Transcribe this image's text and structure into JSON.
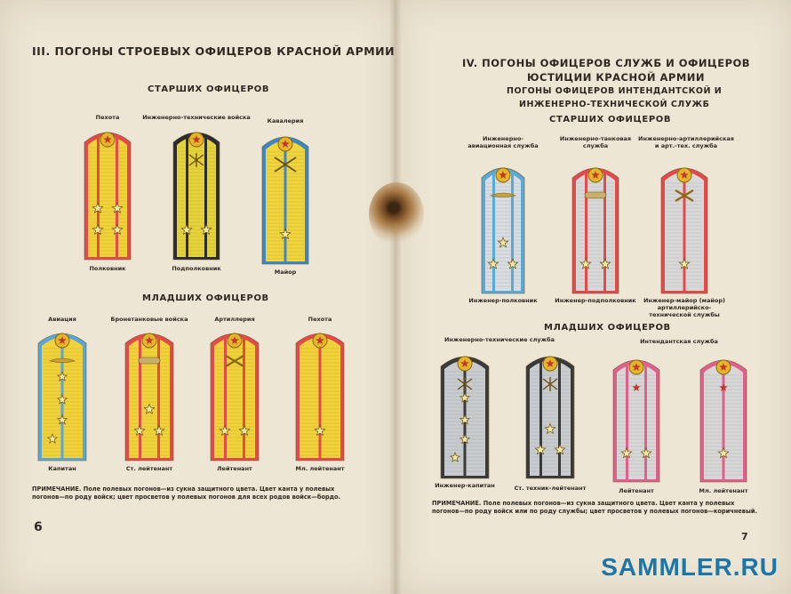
{
  "left_page": {
    "title": "III. ПОГОНЫ СТРОЕВЫХ ОФИЦЕРОВ КРАСНОЙ АРМИИ",
    "senior_header": "СТАРШИХ ОФИЦЕРОВ",
    "junior_header": "МЛАДШИХ ОФИЦЕРОВ",
    "senior": [
      {
        "branch": "Пехота",
        "rank": "Полковник",
        "field": "#f2d23a",
        "piping": "#e34a4a",
        "stripes": "#e34a4a"
      },
      {
        "branch": "Инженерно-технические войска",
        "rank": "Подполковник",
        "field": "#e6d23a",
        "piping": "#2c2c2c",
        "stripes": "#2c2c2c"
      },
      {
        "branch": "Кавалерия",
        "rank": "Майор",
        "field": "#f0d53c",
        "piping": "#3f86c4",
        "stripes": "#3f86c4"
      }
    ],
    "junior": [
      {
        "branch": "Авиация",
        "rank": "Капитан",
        "field": "#f2d23a",
        "piping": "#5aa6d6",
        "stripes": "#5aa6d6"
      },
      {
        "branch": "Бронетанковые войска",
        "rank": "Ст. лейтенант",
        "field": "#f2d23a",
        "piping": "#e34a4a",
        "stripes": "#e34a4a"
      },
      {
        "branch": "Артиллерия",
        "rank": "Лейтенант",
        "field": "#f2d23a",
        "piping": "#e34a4a",
        "stripes": "#e34a4a"
      },
      {
        "branch": "Пехота",
        "rank": "Мл. лейтенант",
        "field": "#f2d23a",
        "piping": "#e34a4a",
        "stripes": "#e34a4a"
      }
    ],
    "note": "ПРИМЕЧАНИЕ. Поле полевых погонов—из сукна защитного цвета. Цвет канта у полевых погонов—по роду войск; цвет просветов у полевых погонов для всех родов войск—бордо.",
    "page_number": "6"
  },
  "right_page": {
    "title_line1": "IV. ПОГОНЫ ОФИЦЕРОВ СЛУЖБ И ОФИЦЕРОВ",
    "title_line2": "ЮСТИЦИИ КРАСНОЙ АРМИИ",
    "subtitle_line1": "ПОГОНЫ ОФИЦЕРОВ ИНТЕНДАНТСКОЙ И",
    "subtitle_line2": "ИНЖЕНЕРНО-ТЕХНИЧЕСКОЙ СЛУЖБ",
    "senior_header": "СТАРШИХ ОФИЦЕРОВ",
    "junior_header": "МЛАДШИХ ОФИЦЕРОВ",
    "senior": [
      {
        "branch": "Инженерно-авиационная служба",
        "rank": "Инженер-полковник",
        "field": "#d8dde2",
        "piping": "#5aaad8",
        "stripes": "#5aaad8"
      },
      {
        "branch": "Инженерно-танковая служба",
        "rank": "Инженер-подполковник",
        "field": "#d8d8d8",
        "piping": "#e34a4a",
        "stripes": "#e34a4a"
      },
      {
        "branch": "Инженерно-артиллерийская и арт.-тех. служба",
        "rank": "Инженер-майор (майор) артиллерийско-технической службы",
        "field": "#d8d8d8",
        "piping": "#e34a4a",
        "stripes": "#e34a4a"
      }
    ],
    "junior_branch_left": "Инженерно-технические служба",
    "junior_branch_right": "Интендантская служба",
    "junior": [
      {
        "rank": "Инженер-капитан",
        "field": "#c9ccce",
        "piping": "#3a3a3a",
        "stripes": "#3a3a3a"
      },
      {
        "rank": "Ст. техник-лейтенант",
        "field": "#c9ccce",
        "piping": "#3a3a3a",
        "stripes": "#3a3a3a"
      },
      {
        "rank": "Лейтенант",
        "field": "#d7d7d7",
        "piping": "#e0608a",
        "stripes": "#e0608a"
      },
      {
        "rank": "Мл. лейтенант",
        "field": "#d7d7d7",
        "piping": "#e0608a",
        "stripes": "#e0608a"
      }
    ],
    "note": "ПРИМЕЧАНИЕ. Поле полевых погонов—из сукна защитного цвета. Цвет канта у полевых погонов—по роду войск или по роду службы; цвет просветов у полевых погонов—коричневый.",
    "page_number": "7"
  },
  "watermark": "SAMMLER.RU"
}
